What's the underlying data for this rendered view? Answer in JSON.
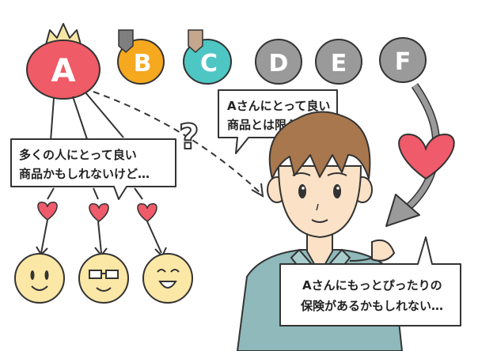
{
  "companies": [
    {
      "letter": "A",
      "color": "#ef5b66",
      "marker": "crown"
    },
    {
      "letter": "B",
      "color": "#f6a81e",
      "marker": "pin"
    },
    {
      "letter": "C",
      "color": "#4ec6c4",
      "marker": "pin"
    },
    {
      "letter": "D",
      "color": "#9a9a9a"
    },
    {
      "letter": "E",
      "color": "#9a9a9a"
    },
    {
      "letter": "F",
      "color": "#9a9a9a"
    }
  ],
  "question_mark": "?",
  "bubbles": {
    "many_people": {
      "line1": "多くの人にとって良い",
      "line2": "商品かもしれないけど…"
    },
    "not_limited": {
      "line1": "Aさんにとって良い",
      "line2": "商品とは限らない"
    },
    "better_fit": {
      "line1": "Aさんにもっとぴったりの",
      "line2": "保険があるかもしれない…"
    }
  },
  "colors": {
    "heart": "#ef5b6a",
    "face": "#fbe7a6",
    "shirt": "#8fb9ba",
    "hair": "#a8774e",
    "skin": "#fbe1c6",
    "arrow": "#9a9a9a"
  }
}
